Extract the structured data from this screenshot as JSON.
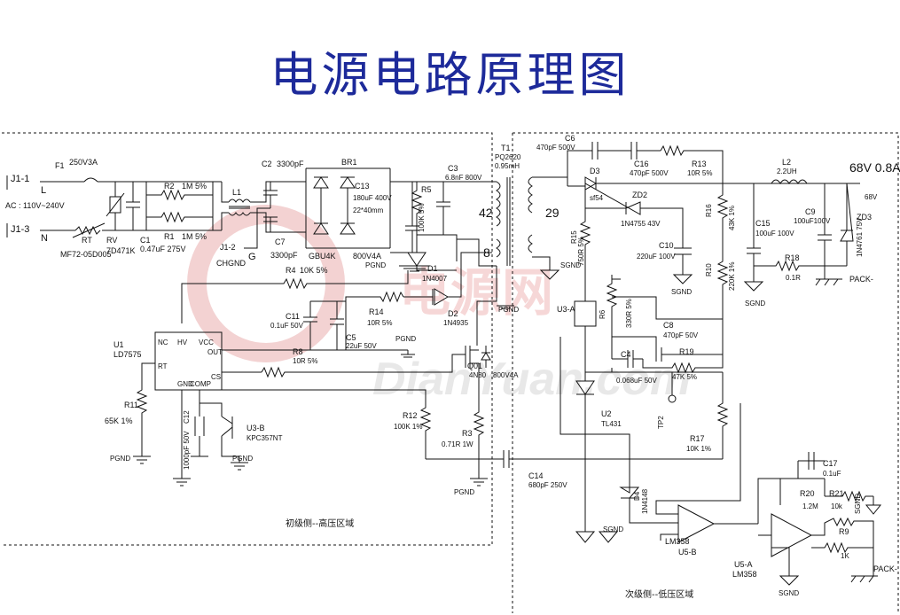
{
  "title": "电源电路原理图",
  "watermark": {
    "cn": "电源网",
    "en": "DianYuan.com"
  },
  "zones": {
    "primary": "初级侧--高压区域",
    "secondary": "次级侧--低压区域"
  },
  "output": {
    "rating": "68V 0.8A",
    "node": "68V"
  },
  "labels": {
    "j1_1": "J1-1",
    "j1_3": "J1-3",
    "L": "L",
    "N": "N",
    "ac": "AC : 110V~240V",
    "f1": "F1",
    "f1_val": "250V3A",
    "rt": "RT",
    "rt_val": "MF72-05D005",
    "rv": "RV",
    "rv_val": "7D471K",
    "c1": "C1",
    "c1_val": "0.47uF 275V",
    "r2": "R2",
    "r2_val": "1M 5%",
    "r1": "R1",
    "r1_val": "1M 5%",
    "l1": "L1",
    "c2": "C2",
    "c2_val": "3300pF",
    "c7": "C7",
    "c7_val": "3300pF",
    "j1_2": "J1-2",
    "g": "G",
    "chgnd": "CHGND",
    "br1": "BR1",
    "br1_val": "GBU4K",
    "br1_val2": "800V4A",
    "c13": "C13",
    "c13_val": "180uF 400V",
    "c13_size": "22*40mm",
    "pgnd": "PGND",
    "c3": "C3",
    "c3_val": "6.8nF 800V",
    "r5": "R5",
    "r5_val": "100K 5%",
    "d1": "D1",
    "d1_val": "1N4007",
    "t1": "T1",
    "t1_val": "PQ2620",
    "t1_val2": "0.95mH",
    "n42": "42",
    "n29": "29",
    "n8": "8",
    "r4": "R4",
    "r4_val": "10K 5%",
    "r14": "R14",
    "r14_val": "10R 5%",
    "d2": "D2",
    "d2_val": "1N4935",
    "c11": "C11",
    "c11_val": "0.1uF 50V",
    "c5": "C5",
    "c5_val": "22uF 50V",
    "u1": "U1",
    "u1_val": "LD7575",
    "pin_nc": "NC",
    "pin_hv": "HV",
    "pin_vcc": "VCC",
    "pin_out": "OUT",
    "pin_rt": "RT",
    "pin_gnd": "GND",
    "pin_comp": "COMP",
    "pin_cs": "CS",
    "r8": "R8",
    "r8_val": "10R 5%",
    "q01": "Q01",
    "q01_val": "4N80",
    "q01_val2": "800V4A",
    "r11": "R11",
    "r11_val": "65K 1%",
    "c12": "C12",
    "c12_val": "1000pF 50V",
    "u3b": "U3-B",
    "u3b_val": "KPC357NT",
    "r12": "R12",
    "r12_val": "100K 1%",
    "r3": "R3",
    "r3_val": "0.71R 1W",
    "c14": "C14",
    "c14_val": "680pF 250V",
    "c6": "C6",
    "c6_val": "470pF 500V",
    "c16": "C16",
    "c16_val": "470pF 500V",
    "d3": "D3",
    "d3_val": "sf54",
    "r13": "R13",
    "r13_val": "10R 5%",
    "zd2": "ZD2",
    "zd2_val": "1N4755 43V",
    "r15": "R15",
    "r15_val": "750R 5%",
    "sgnd": "SGND",
    "c10": "C10",
    "c10_val": "220uF 100V",
    "r16": "R16",
    "r16_val": "43K 1%",
    "r10": "R10",
    "r10_val": "220K 1%",
    "l2": "L2",
    "l2_val": "2.2UH",
    "c15": "C15",
    "c15_val": "100uF 100V",
    "c9": "C9",
    "c9_val": "100uF100V",
    "zd3": "ZD3",
    "zd3_val": "1N4761 75V",
    "r18": "R18",
    "r18_val": "0.1R",
    "pack": "PACK-",
    "u3a": "U3-A",
    "r6": "R6",
    "r6_val": "330R 5%",
    "c8": "C8",
    "c8_val": "470pF 50V",
    "c4": "C4",
    "c4_val": "0.068uF 50V",
    "r19": "R19",
    "r19_val": "47K 5%",
    "u2": "U2",
    "u2_val": "TL431",
    "tp2": "TP2",
    "r17": "R17",
    "r17_val": "10K 1%",
    "d4": "D4",
    "d4_val": "1N4148",
    "u5b": "U5-B",
    "u5b_val": "LM358",
    "u5a": "U5-A",
    "u5a_val": "LM358",
    "c17": "C17",
    "c17_val": "0.1uF",
    "r20": "R20",
    "r20_val": "1.2M",
    "r21": "R21",
    "r21_val": "10k",
    "r9": "R9",
    "r9_val": "1K"
  }
}
